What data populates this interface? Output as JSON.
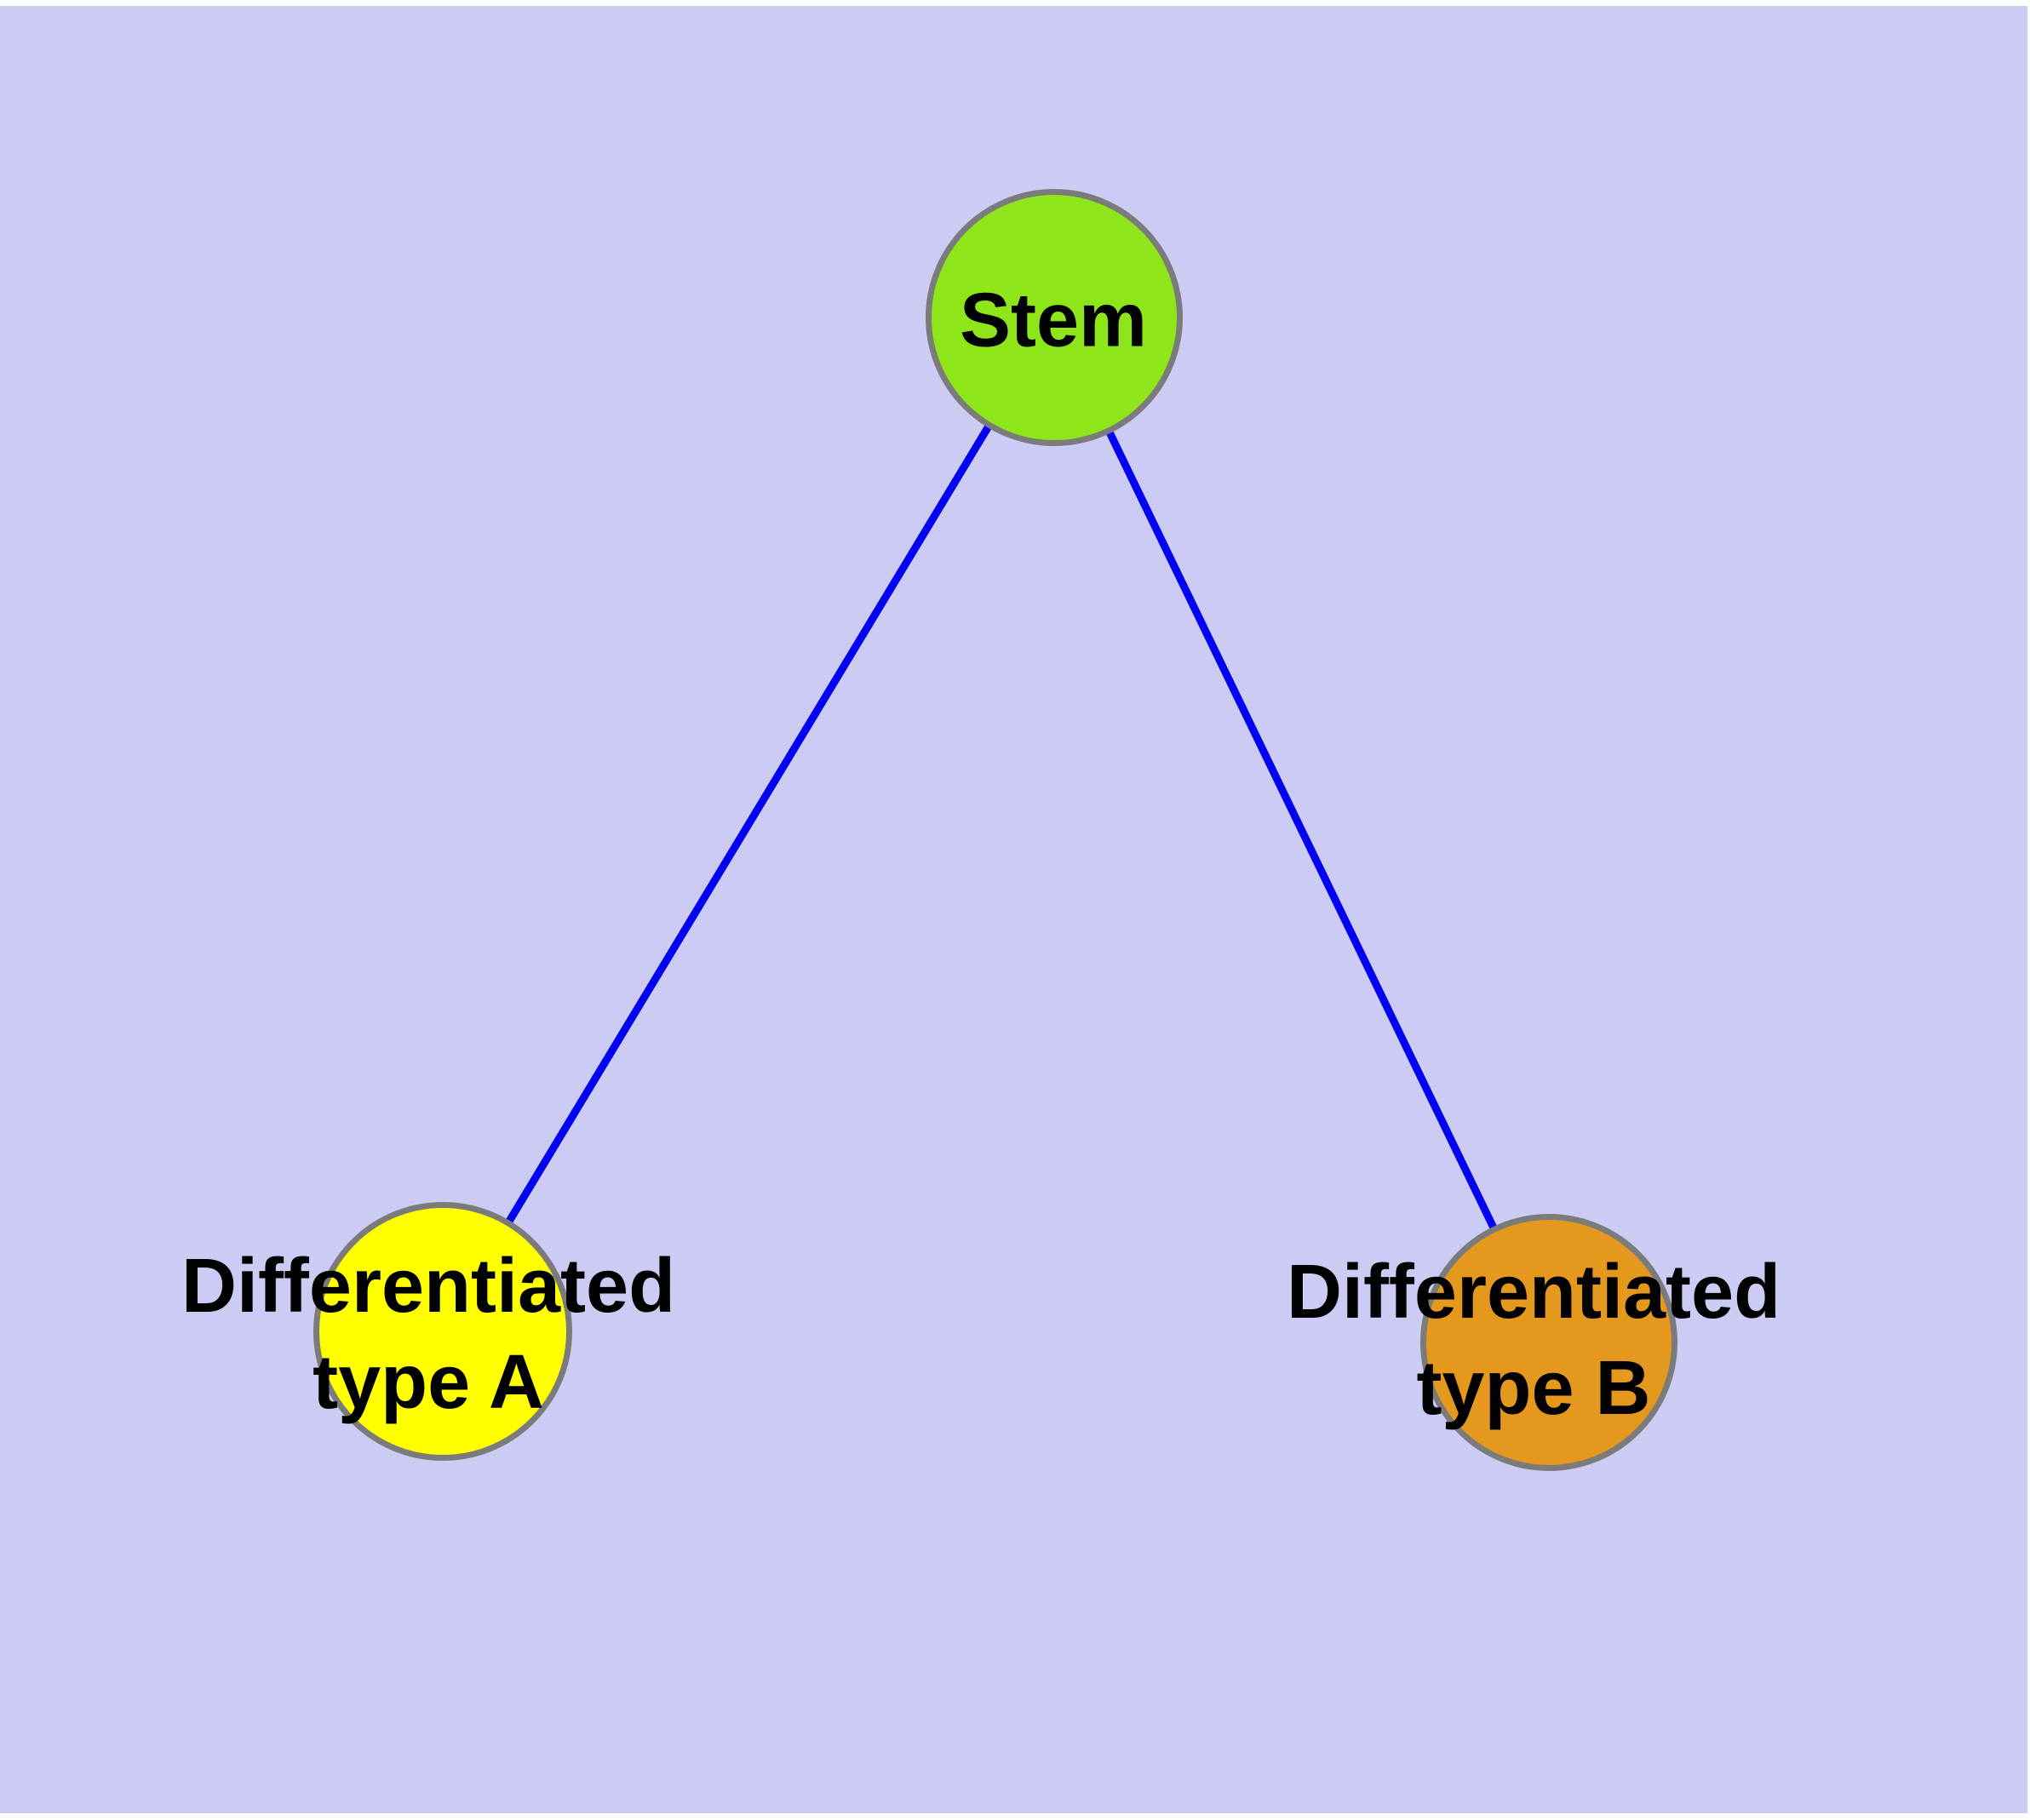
{
  "diagram": {
    "margin_color": "#ffffff",
    "background_color": "#cbcbf3",
    "edge_color": "#0202f0",
    "node_border_color": "#7b7b7b",
    "label_color": "#000000",
    "nodes": [
      {
        "id": "stem",
        "label": "Stem",
        "fill_color": "#8de51a"
      },
      {
        "id": "diff-a",
        "label": "Differentiated\ntype A",
        "fill_color": "#ffff00"
      },
      {
        "id": "diff-b",
        "label": "Differentiated\ntype B",
        "fill_color": "#e5981e"
      }
    ],
    "edges": [
      {
        "from": "stem",
        "to": "diff-a"
      },
      {
        "from": "stem",
        "to": "diff-b"
      }
    ]
  }
}
